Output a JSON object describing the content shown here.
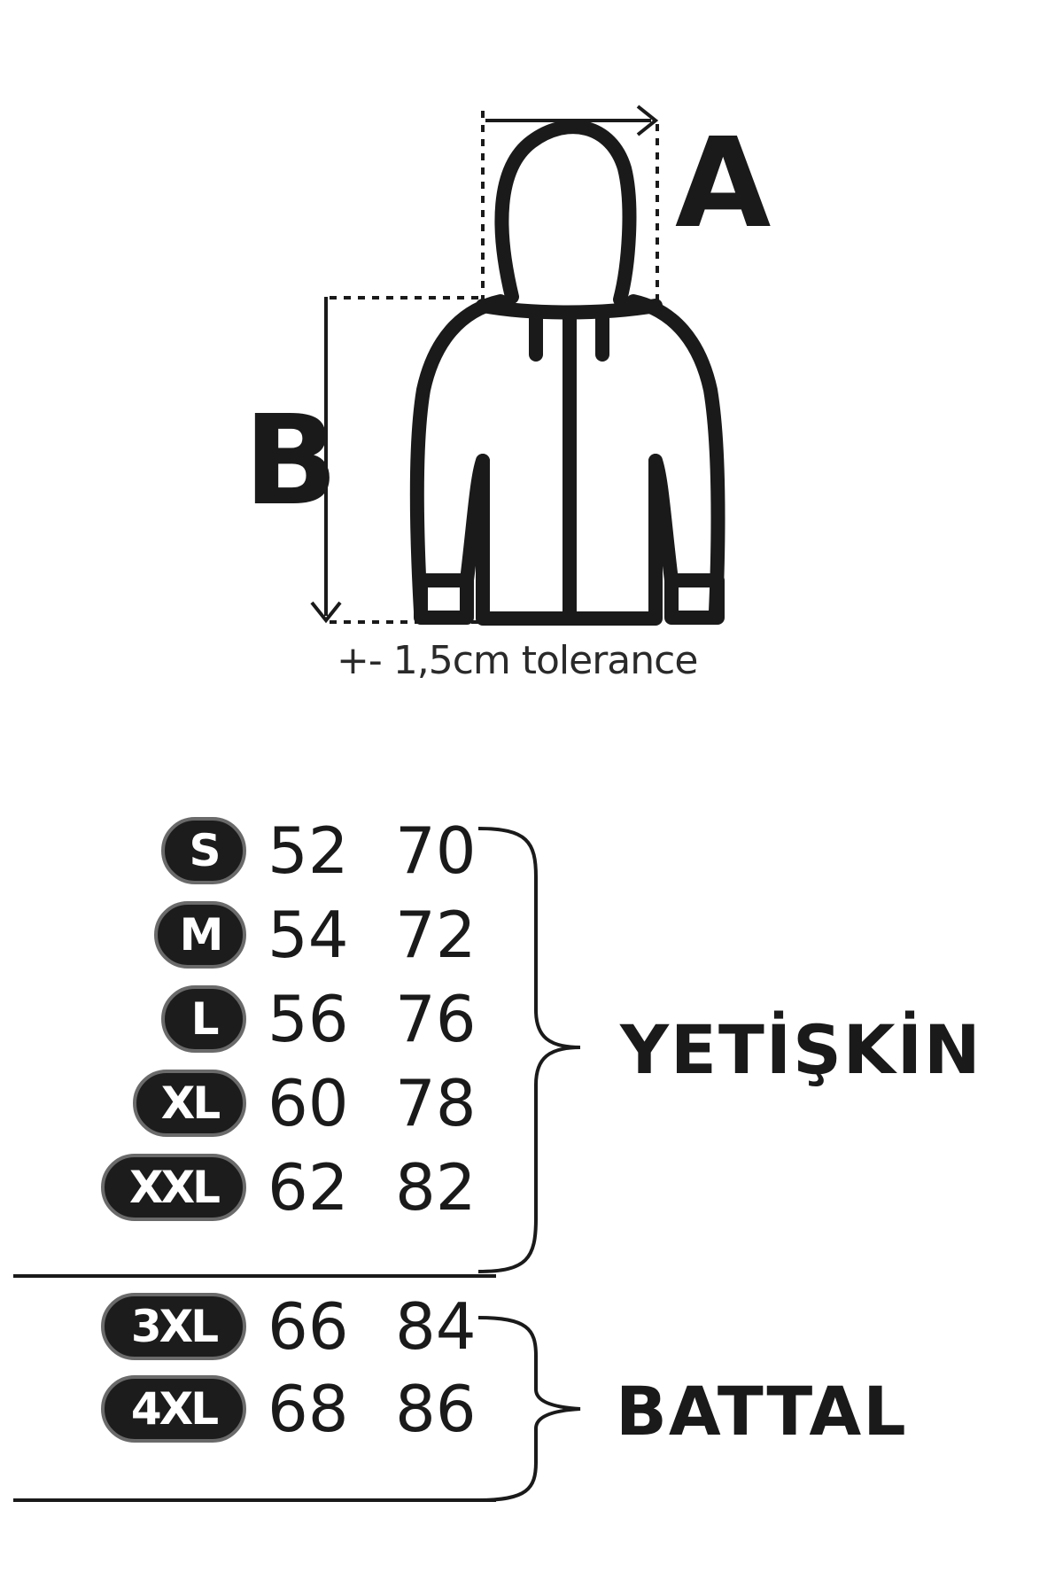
{
  "diagram": {
    "label_a": "A",
    "label_b": "B",
    "tolerance": "+- 1,5cm tolerance"
  },
  "groups": [
    {
      "label": "YETİŞKİN",
      "rows": [
        {
          "size": "S",
          "a": "52",
          "b": "70"
        },
        {
          "size": "M",
          "a": "54",
          "b": "72"
        },
        {
          "size": "L",
          "a": "56",
          "b": "76"
        },
        {
          "size": "XL",
          "a": "60",
          "b": "78"
        },
        {
          "size": "XXL",
          "a": "62",
          "b": "82"
        }
      ]
    },
    {
      "label": "BATTAL",
      "rows": [
        {
          "size": "3XL",
          "a": "66",
          "b": "84"
        },
        {
          "size": "4XL",
          "a": "68",
          "b": "86"
        }
      ]
    }
  ],
  "colors": {
    "ink": "#1a1a1a",
    "pill_fill": "#1c1c1c",
    "pill_border": "#6a6a6a"
  }
}
